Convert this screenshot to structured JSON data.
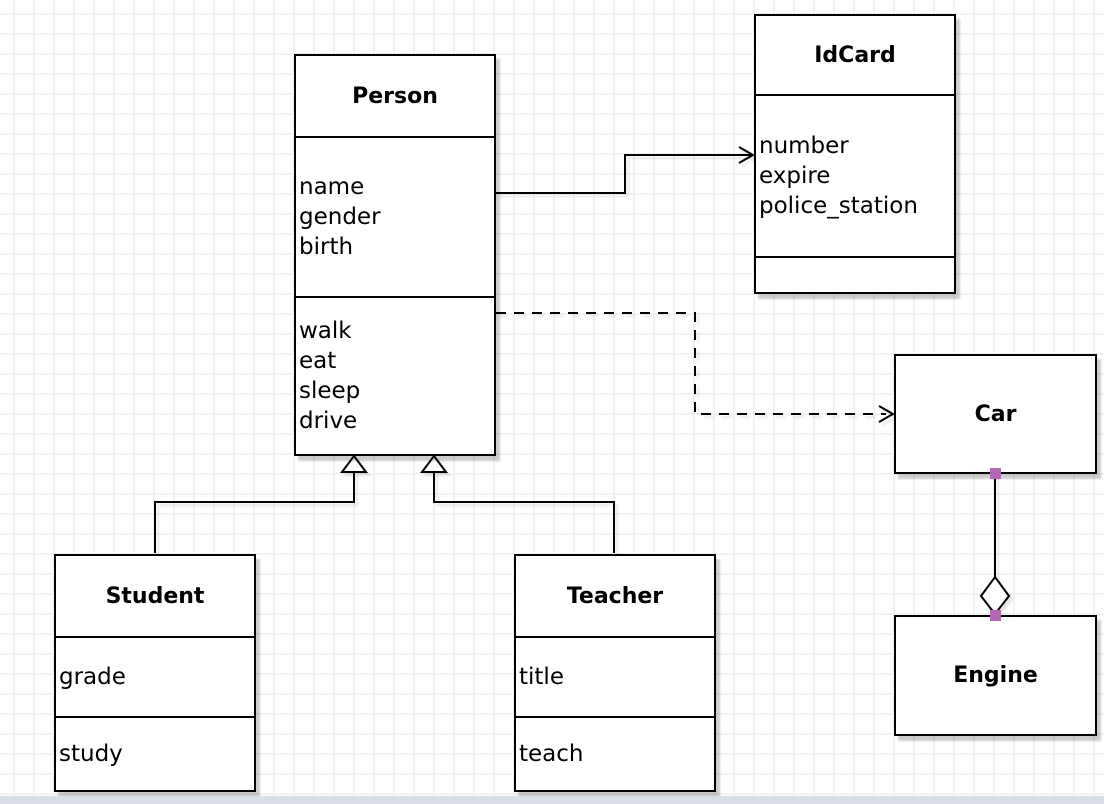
{
  "canvas": {
    "background_color": "#ffffff",
    "grid_line_color": "#f2f2f2",
    "stroke_color": "#000000",
    "connection_handle_color": "#b566b5",
    "bottom_edge_color": "#d9dee8"
  },
  "classes": [
    {
      "id": "person",
      "title": "Person",
      "attributes": [
        "name",
        "gender",
        "birth"
      ],
      "methods": [
        "walk",
        "eat",
        "sleep",
        "drive"
      ]
    },
    {
      "id": "idcard",
      "title": "IdCard",
      "attributes": [
        "number",
        "expire",
        "police_station"
      ],
      "methods": []
    },
    {
      "id": "student",
      "title": "Student",
      "attributes": [
        "grade"
      ],
      "methods": [
        "study"
      ]
    },
    {
      "id": "teacher",
      "title": "Teacher",
      "attributes": [
        "title"
      ],
      "methods": [
        "teach"
      ]
    },
    {
      "id": "car",
      "title": "Car",
      "attributes": [],
      "methods": []
    },
    {
      "id": "engine",
      "title": "Engine",
      "attributes": [],
      "methods": []
    }
  ],
  "relationships": [
    {
      "from": "Person",
      "to": "IdCard",
      "type": "association",
      "line": "solid",
      "arrow": "open-arrow"
    },
    {
      "from": "Person",
      "to": "Car",
      "type": "dependency",
      "line": "dashed",
      "arrow": "open-arrow"
    },
    {
      "from": "Student",
      "to": "Person",
      "type": "generalization",
      "line": "solid",
      "arrow": "hollow-triangle"
    },
    {
      "from": "Teacher",
      "to": "Person",
      "type": "generalization",
      "line": "solid",
      "arrow": "hollow-triangle"
    },
    {
      "from": "Car",
      "to": "Engine",
      "type": "aggregation",
      "line": "solid",
      "arrow": "hollow-diamond"
    }
  ]
}
